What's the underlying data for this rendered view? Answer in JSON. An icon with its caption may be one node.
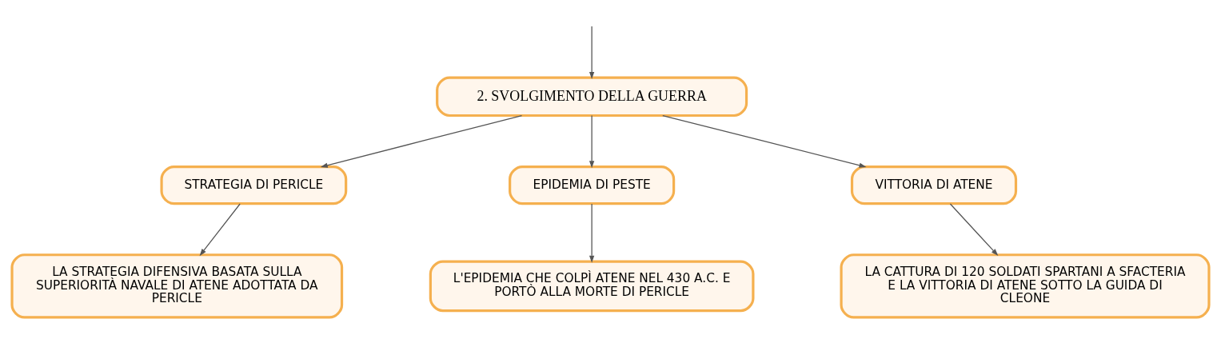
{
  "diagram": {
    "nodes": [
      {
        "text": [
          "2. SVOLGIMENTO DELLA GUERRA"
        ]
      },
      {
        "text": [
          "STRATEGIA DI PERICLE"
        ]
      },
      {
        "text": [
          "EPIDEMIA DI PESTE"
        ]
      },
      {
        "text": [
          "VITTORIA DI ATENE"
        ]
      },
      {
        "text": [
          "LA STRATEGIA DIFENSIVA BASATA SULLA SUPERIORITÀ NAVALE DI ATENE ADOTTATA DA PERICLE"
        ]
      },
      {
        "text": [
          "L'EPIDEMIA CHE COLPÌ ATENE NEL 430 A.C. E PORTÒ ALLA MORTE DI PERICLE"
        ]
      },
      {
        "text": [
          "LA CATTURA DI 120 SOLDATI SPARTANI A SFACTERIA E LA VITTORIA DI ATENE SOTTO LA GUIDA DI CLEONE"
        ]
      }
    ],
    "edges": [
      {
        "from": null,
        "to": 0,
        "arrow": "to"
      },
      {
        "from": 0,
        "to": 1,
        "arrow": "to"
      },
      {
        "from": 0,
        "to": 2,
        "arrow": "to"
      },
      {
        "from": 0,
        "to": 3,
        "arrow": "to"
      },
      {
        "from": 1,
        "to": 4,
        "arrow": "to"
      },
      {
        "from": 2,
        "to": 5,
        "arrow": "to"
      },
      {
        "from": 3,
        "to": 6,
        "arrow": "to"
      }
    ]
  }
}
